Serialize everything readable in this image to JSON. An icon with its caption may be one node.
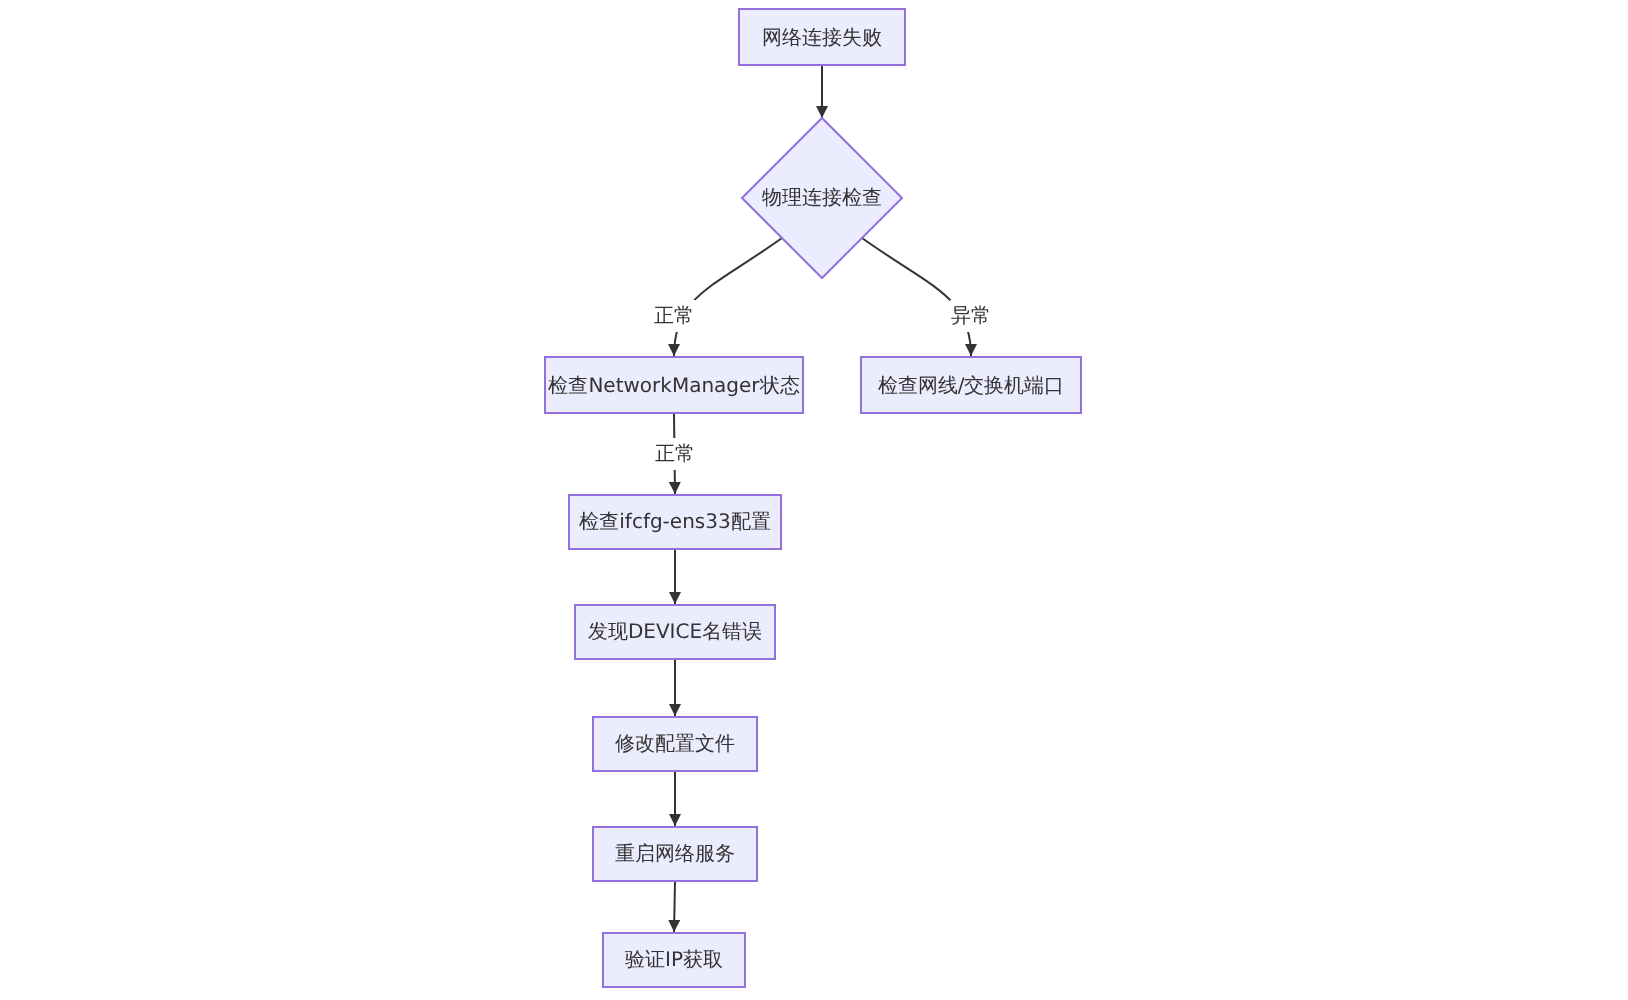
{
  "diagram": {
    "nodes": [
      {
        "text": [
          "网络连接失败"
        ]
      },
      {
        "text": [
          "物理连接检查"
        ]
      },
      {
        "text": [
          "检查NetworkManager状态"
        ]
      },
      {
        "text": [
          "检查网线/交换机端口"
        ]
      },
      {
        "text": [
          "检查ifcfg-ens33配置"
        ]
      },
      {
        "text": [
          "发现DEVICE名错误"
        ]
      },
      {
        "text": [
          "修改配置文件"
        ]
      },
      {
        "text": [
          "重启网络服务"
        ]
      },
      {
        "text": [
          "验证IP获取"
        ]
      }
    ],
    "edges": [
      {
        "from": 0,
        "to": 1,
        "arrow": "to"
      },
      {
        "from": 1,
        "to": 2,
        "arrow": "to",
        "label": "正常"
      },
      {
        "from": 1,
        "to": 3,
        "arrow": "to",
        "label": "异常"
      },
      {
        "from": 2,
        "to": 4,
        "arrow": "to",
        "label": "正常"
      },
      {
        "from": 4,
        "to": 5,
        "arrow": "to"
      },
      {
        "from": 5,
        "to": 6,
        "arrow": "to"
      },
      {
        "from": 6,
        "to": 7,
        "arrow": "to"
      },
      {
        "from": 7,
        "to": 8,
        "arrow": "to"
      }
    ]
  }
}
